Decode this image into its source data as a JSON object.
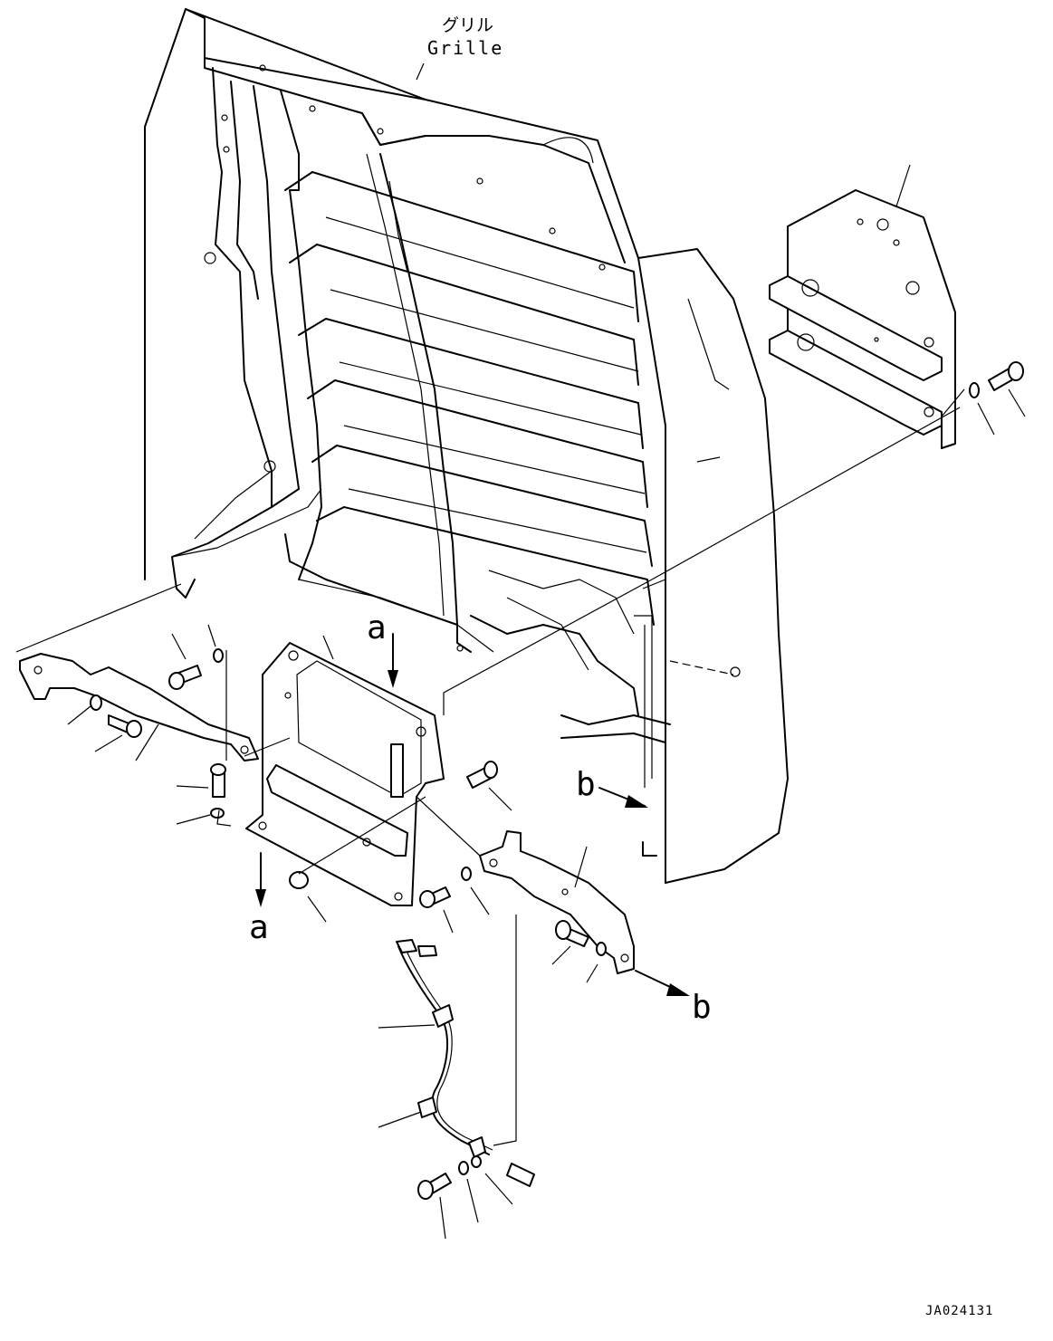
{
  "labels": {
    "grille_jp": "グリル",
    "grille_en": "Grille",
    "ref_a": "a",
    "ref_b": "b",
    "drawing_code": "JA024131"
  }
}
